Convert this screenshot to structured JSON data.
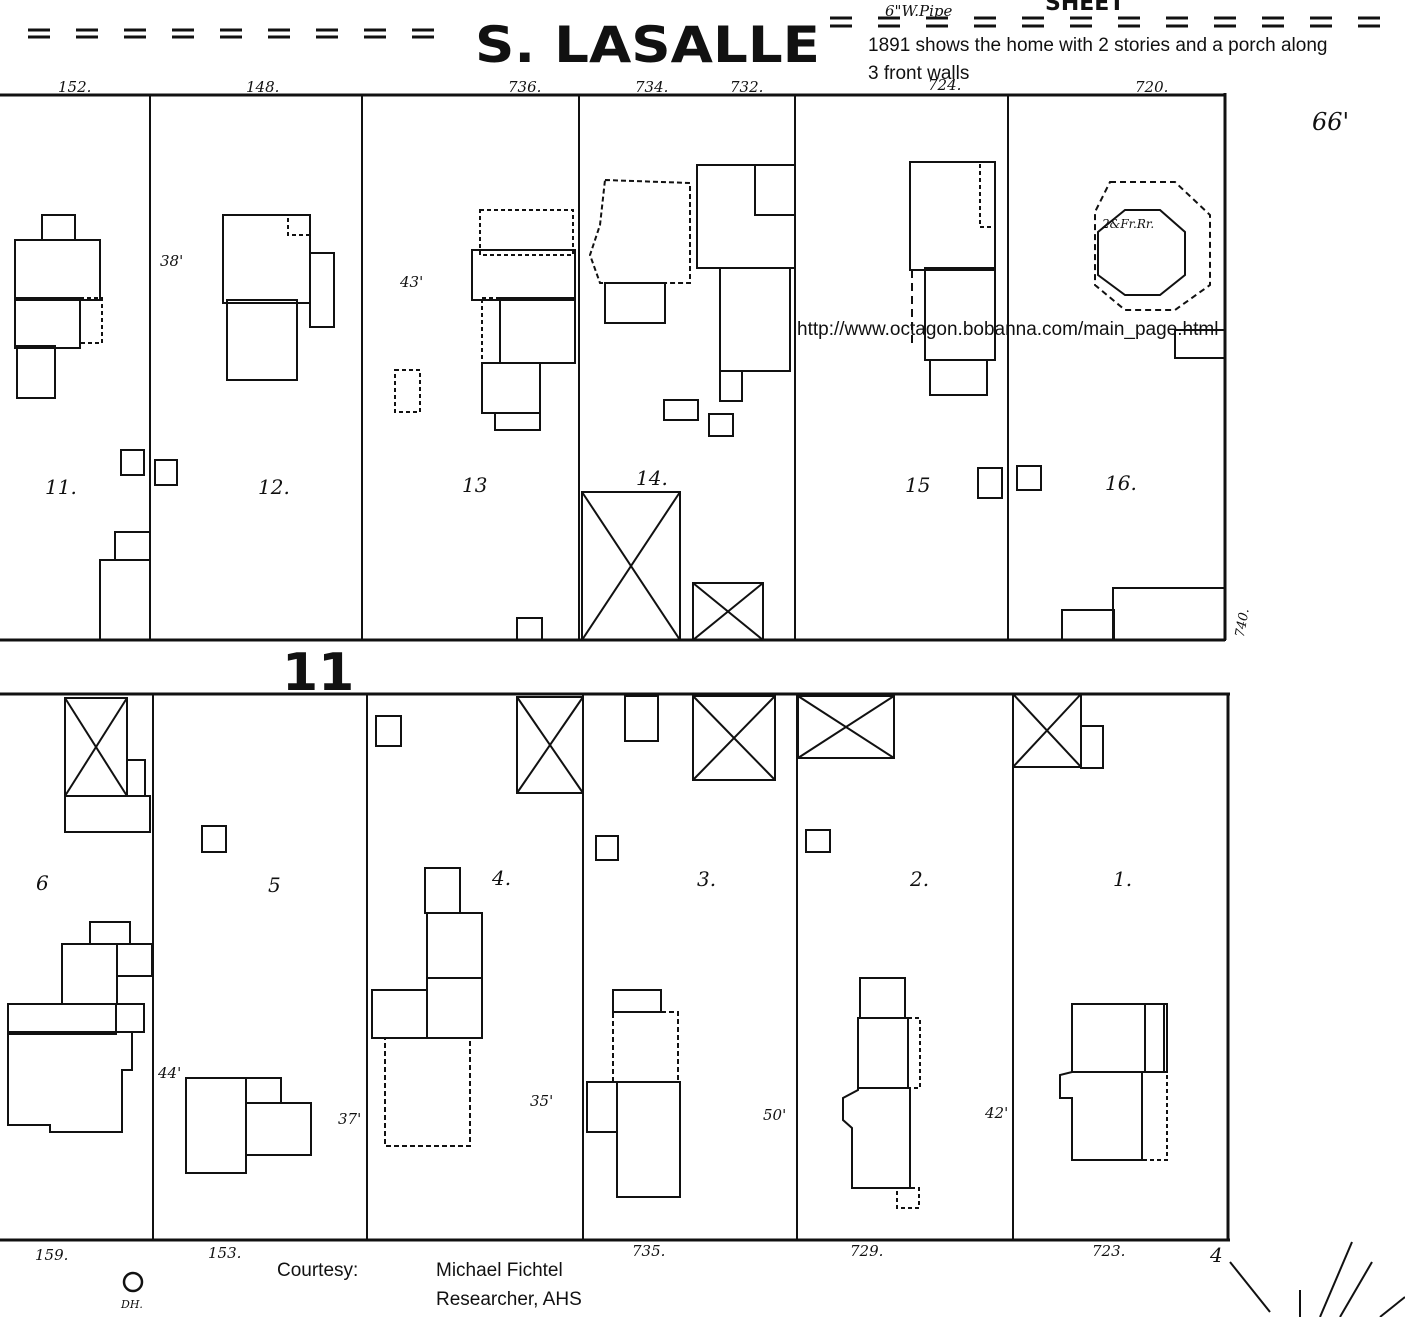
{
  "street": {
    "name": "S. LASALLE",
    "top_right_label": "6\"W.Pipe",
    "sheet_label": "SHEET"
  },
  "block_number": "11",
  "annotation": {
    "line1": "1891 shows the home with 2 stories and a porch along",
    "line2": "3 front walls",
    "url": "http://www.octagon.bobanna.com/main_page.html"
  },
  "courtesy": {
    "label": "Courtesy:",
    "name": "Michael Fichtel",
    "role": "Researcher, AHS"
  },
  "north_block": {
    "addresses": [
      "152.",
      "148.",
      "736.",
      "734.",
      "732.",
      "724.",
      "720."
    ],
    "lots": [
      "11.",
      "12.",
      "13",
      "14.",
      "15",
      "16."
    ],
    "right_address": "740.",
    "street_width": "66'"
  },
  "south_block": {
    "addresses": [
      "159.",
      "153.",
      "735.",
      "729.",
      "723."
    ],
    "lots": [
      "6",
      "5",
      "4.",
      "3.",
      "2.",
      "1."
    ],
    "page_mark": "4"
  },
  "footages": [
    "38'",
    "43'",
    "44'",
    "37'",
    "35'",
    "50'",
    "42'"
  ],
  "hydrant_label": "DH.",
  "octagon_label": "2&Fr.Rr.",
  "colors": {
    "ink": "#111111",
    "paper": "#ffffff"
  }
}
